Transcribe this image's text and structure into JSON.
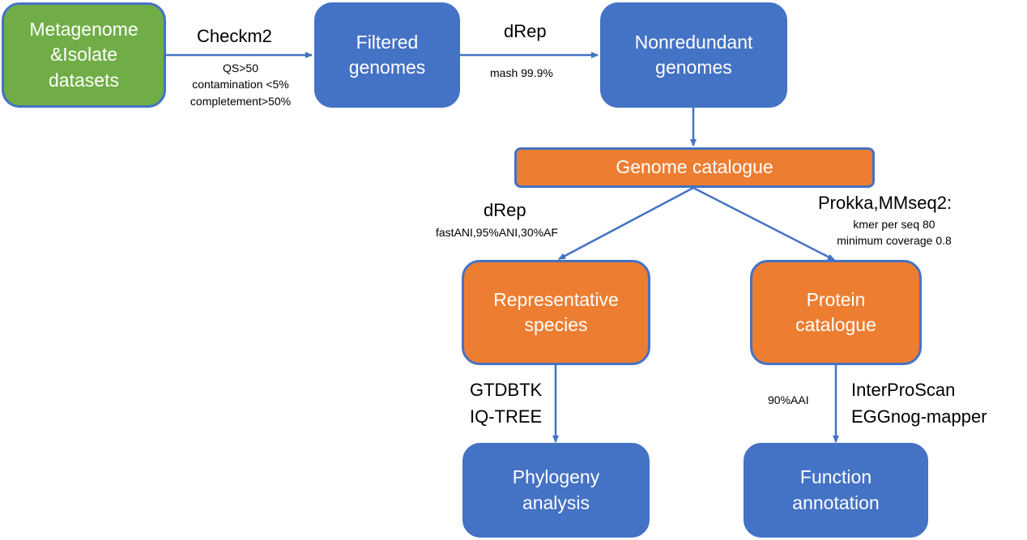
{
  "nodes": {
    "datasets": "Metagenome\n&Isolate\ndatasets",
    "filtered": "Filtered\ngenomes",
    "nonredundant": "Nonredundant\ngenomes",
    "catalogue": "Genome catalogue",
    "representative": "Representative\nspecies",
    "protein": "Protein\ncatalogue",
    "phylogeny": "Phylogeny\nanalysis",
    "function": "Function\nannotation"
  },
  "labels": {
    "checkm2_title": "Checkm2",
    "checkm2_details": "QS>50\ncontamination <5%\ncompletement>50%",
    "drep1_title": "dRep",
    "drep1_details": "mash 99.9%",
    "drep2_title": "dRep",
    "drep2_details": "fastANI,95%ANI,30%AF",
    "prokka_title": "Prokka,MMseq2:",
    "prokka_details": "kmer per seq 80\nminimum coverage 0.8",
    "phylo_tools": "GTDBTK\nIQ-TREE",
    "aai": "90%AAI",
    "annot_tools": "InterProScan\nEGGnog-mapper"
  },
  "colors": {
    "blue": "#4472c4",
    "green": "#70ad47",
    "orange": "#ed7d31",
    "arrow": "#4472c4"
  }
}
